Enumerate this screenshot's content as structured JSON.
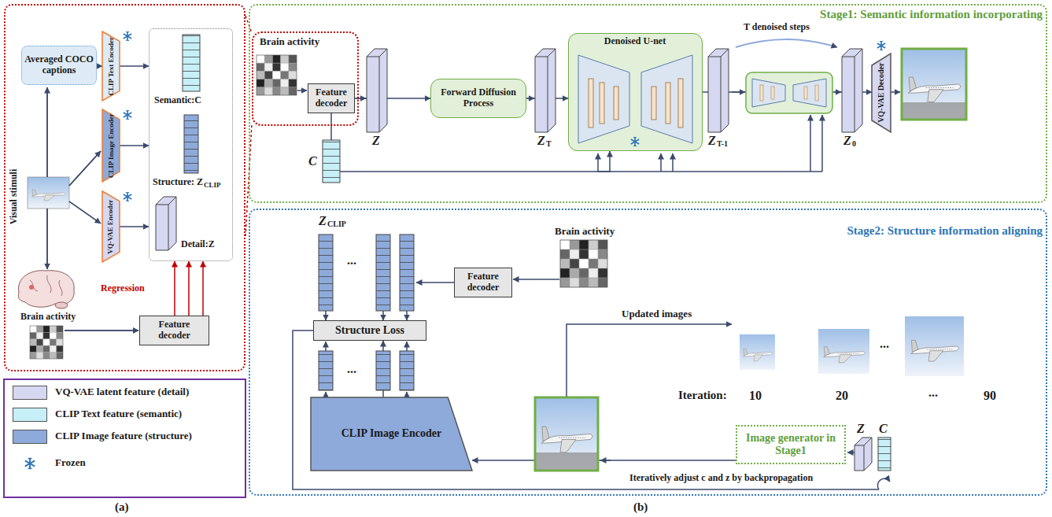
{
  "diagram": {
    "nodes": [
      {
        "text": [
          "Visual stimuli",
          "Regression",
          "Brain activity"
        ]
      },
      {
        "text": [
          "Averaged COCO captions"
        ],
        "in": 0
      },
      {
        "text": [
          "CLIP Text Encoder"
        ],
        "in": 0
      },
      {
        "text": [
          "CLIP Image Encoder"
        ],
        "in": 0
      },
      {
        "text": [
          "VQ-VAE Encoder"
        ],
        "in": 0
      },
      {
        "text": [
          "Semantic:C",
          "Structure: Z",
          "CLIP",
          "Detail:Z"
        ],
        "in": 0
      },
      {
        "text": [
          "Feature decoder"
        ],
        "in": 0
      },
      {
        "text": [
          "Stage1: Semantic information incorporating"
        ]
      },
      {
        "text": [
          "Brain activity"
        ],
        "in": 7
      },
      {
        "text": [
          "Feature decoder"
        ],
        "in": 8
      },
      {
        "text": [
          "Forward Diffusion Process"
        ],
        "in": 7
      },
      {
        "text": [
          "Denoised U-net"
        ],
        "in": 7
      },
      {
        "text": [
          "VQ-VAE Decoder"
        ],
        "in": 7
      },
      {
        "text": [
          "Stage2: Structure information aligning"
        ]
      },
      {
        "text": [
          "Feature decoder"
        ],
        "in": 13
      },
      {
        "text": [
          "Structure Loss"
        ],
        "in": 13
      },
      {
        "text": [
          "CLIP Image Encoder"
        ],
        "in": 13
      },
      {
        "text": [
          "Image generator in Stage1"
        ],
        "in": 13
      }
    ],
    "edges": [
      {
        "from": 1,
        "to": 2,
        "arrow": "to"
      },
      {
        "from": 2,
        "to": 5,
        "arrow": "to"
      },
      {
        "from": 3,
        "to": 5,
        "arrow": "to"
      },
      {
        "from": 4,
        "to": 5,
        "arrow": "to"
      },
      {
        "from": 6,
        "to": 5,
        "arrow": "to"
      },
      {
        "from": 6,
        "to": 5,
        "arrow": "to"
      },
      {
        "from": 6,
        "to": 5,
        "arrow": "to"
      },
      {
        "from": 9,
        "to": 10,
        "arrow": "to"
      },
      {
        "from": 10,
        "to": 11,
        "arrow": "to"
      },
      {
        "from": 11,
        "to": 12,
        "arrow": "to"
      },
      {
        "from": 9,
        "to": 11,
        "arrow": "to"
      },
      {
        "from": 16,
        "to": 15,
        "arrow": "to"
      },
      {
        "from": 17,
        "to": 16,
        "arrow": "to"
      }
    ],
    "labels": [
      "Z",
      "C",
      "Z",
      "T",
      "T denoised steps",
      "Z",
      "T-1",
      "Z",
      "0",
      "Z",
      "CLIP",
      "...",
      "...",
      "Brain activity",
      "Updated images",
      "...",
      "Iteration:",
      "10",
      "20",
      "...",
      "90",
      "Z",
      "C",
      "Iteratively adjust c and z by backpropagation",
      "(a)",
      "(b)"
    ],
    "legend": [
      {
        "text": "VQ-VAE latent feature (detail)",
        "color": "#d6d7f0"
      },
      {
        "text": "CLIP Text feature (semantic)",
        "color": "#c6eff7"
      },
      {
        "text": "CLIP Image feature (structure)",
        "color": "#8eaadb"
      },
      {
        "text": "Frozen"
      }
    ]
  }
}
